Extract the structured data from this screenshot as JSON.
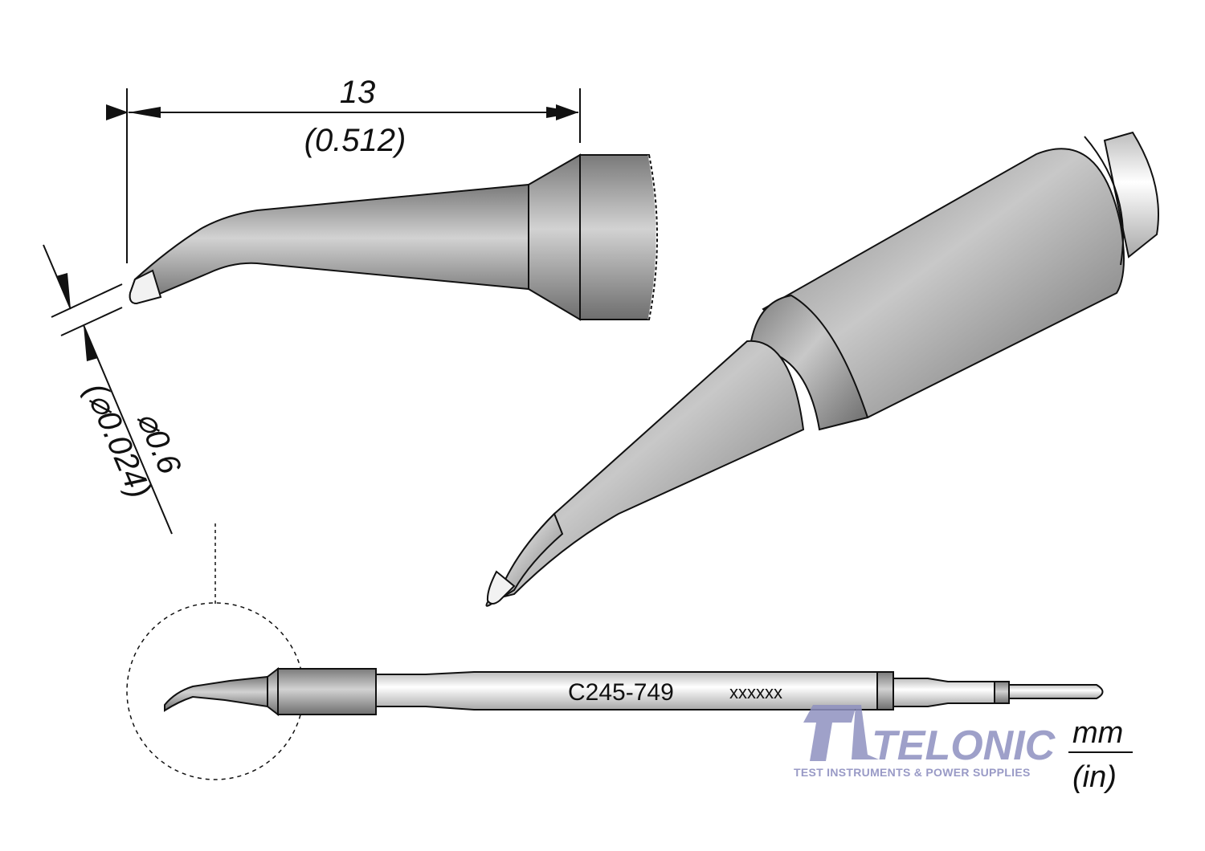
{
  "drawing": {
    "length_dimension": {
      "mm": "13",
      "in": "(0.512)"
    },
    "diameter_dimension": {
      "mm": "0.6",
      "in": "0.024",
      "symbol": "⌀"
    },
    "part_number": "C245-749",
    "serial_placeholder": "xxxxxx",
    "units": {
      "top": "mm",
      "bottom": "(in)"
    }
  },
  "logo": {
    "name": "TELONIC",
    "tagline": "TEST INSTRUMENTS & POWER SUPPLIES"
  },
  "colors": {
    "tip_gray": "#9a9a9a",
    "outline": "#111111",
    "logo_blue": "#8e90c0"
  }
}
